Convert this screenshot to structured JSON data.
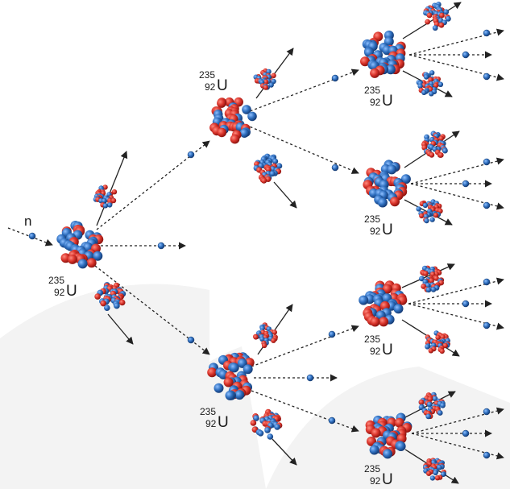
{
  "neutron_label": "n",
  "nucleus_symbol": "U",
  "mass_number": "235",
  "atomic_number": "92",
  "colors": {
    "proton": "#d9342b",
    "neutron": "#2f6fbf",
    "background_watermark": "#f2f2f2",
    "arrow": "#222222"
  },
  "uranium_labels": [
    {
      "id": "gen0"
    },
    {
      "id": "gen1-top"
    },
    {
      "id": "gen1-bottom"
    },
    {
      "id": "gen2-1"
    },
    {
      "id": "gen2-2"
    },
    {
      "id": "gen2-3"
    },
    {
      "id": "gen2-4"
    }
  ]
}
